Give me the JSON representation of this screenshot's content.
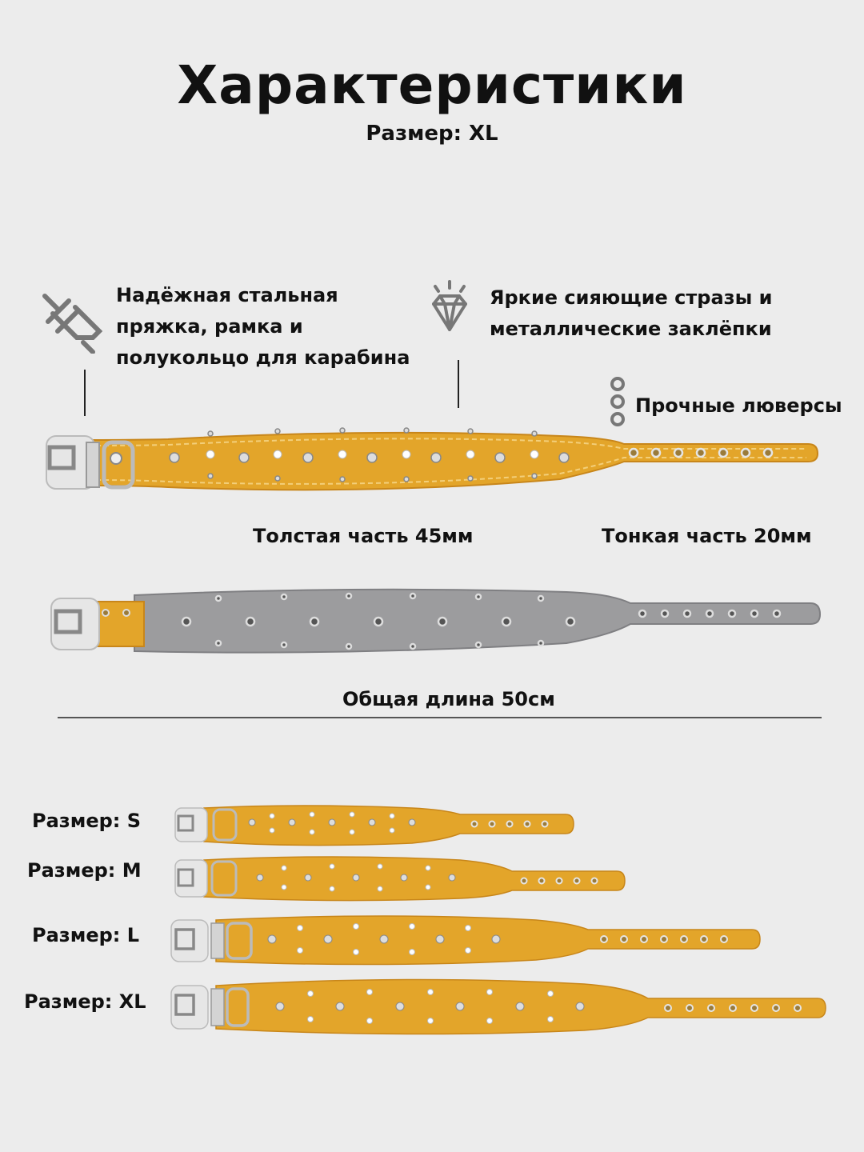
{
  "title": "Характеристики",
  "subtitle": "Размер: XL",
  "features": {
    "buckle": {
      "text_lines": [
        "Надёжная стальная",
        "пряжка, рамка и",
        "полукольцо для карабина"
      ],
      "icon": "buckle-icon"
    },
    "rhinestones": {
      "text_lines": [
        "Яркие сияющие стразы и",
        "металлические заклёпки"
      ],
      "icon": "diamond-icon"
    },
    "grommets": {
      "text": "Прочные люверсы",
      "icon": "rings-icon"
    }
  },
  "dimensions": {
    "thick_part": "Толстая часть 45мм",
    "thin_part": "Тонкая часть 20мм",
    "total_length": "Общая длина 50см"
  },
  "sizes": [
    {
      "label": "Размер: S"
    },
    {
      "label": "Размер: M"
    },
    {
      "label": "Размер: L"
    },
    {
      "label": "Размер: XL"
    }
  ],
  "colors": {
    "leather": "#e3a52a",
    "leather_dark": "#c8861a",
    "stitch": "#f3cf7a",
    "felt": "#9c9c9e",
    "metal": "#d8d8d8",
    "background": "#ececec"
  }
}
